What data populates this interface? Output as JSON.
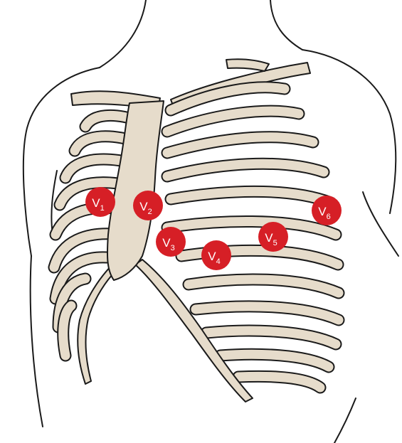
{
  "electrodes": [
    {
      "id": "v1",
      "letter": "V",
      "number": "1"
    },
    {
      "id": "v2",
      "letter": "V",
      "number": "2"
    },
    {
      "id": "v3",
      "letter": "V",
      "number": "3"
    },
    {
      "id": "v4",
      "letter": "V",
      "number": "4"
    },
    {
      "id": "v5",
      "letter": "V",
      "number": "5"
    },
    {
      "id": "v6",
      "letter": "V",
      "number": "6"
    }
  ],
  "colors": {
    "electrode": "#d61f26",
    "bone": "#e6dccb",
    "outline": "#1a1a1a"
  }
}
